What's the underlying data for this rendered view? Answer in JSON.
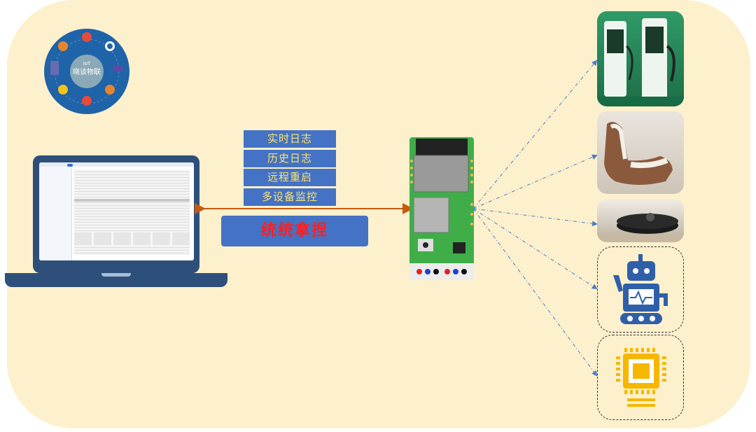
{
  "logo": {
    "top_text": "IoT",
    "name": "晓谈物联"
  },
  "features": [
    "实时日志",
    "历史日志",
    "远程重启",
    "多设备监控"
  ],
  "main_label": "统统拿捏",
  "colors": {
    "background": "#fdf0cc",
    "box_blue": "#4472c4",
    "feature_text": "#ffe46b",
    "main_text": "#ff1f1f",
    "arrow_orange": "#c55a11",
    "dashed_line": "#4a7cc7",
    "laptop": "#2e4f7a"
  },
  "devices": [
    "ev-charger-icon",
    "massage-chair-icon",
    "robot-vacuum-icon",
    "robot-icon",
    "chip-icon"
  ]
}
